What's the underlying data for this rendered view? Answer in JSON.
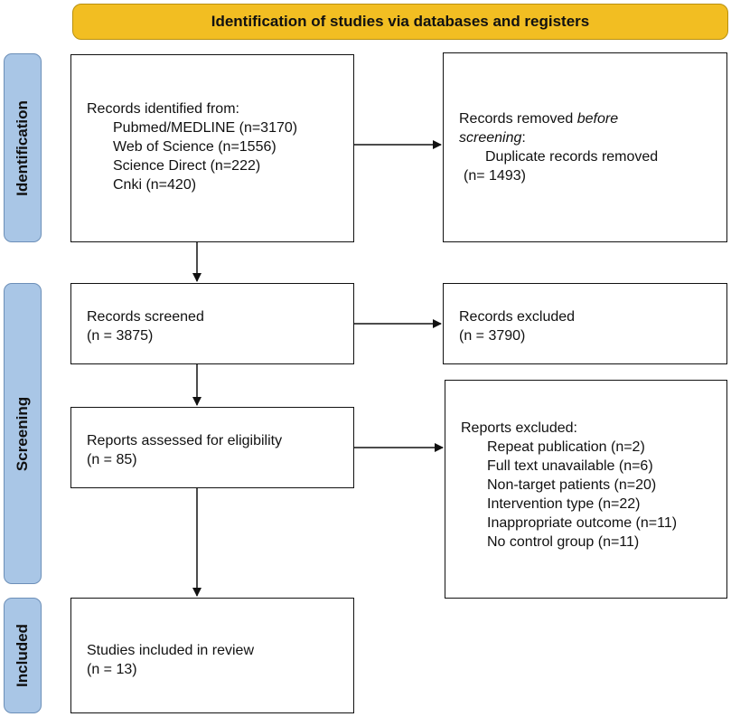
{
  "header": {
    "title": "Identification of studies via databases and registers"
  },
  "phases": {
    "identification": "Identification",
    "screening": "Screening",
    "included": "Included"
  },
  "identified": {
    "heading": "Records identified from:",
    "sources": [
      "Pubmed/MEDLINE (n=3170)",
      "Web of Science (n=1556)",
      "Science Direct (n=222)",
      "Cnki (n=420)"
    ]
  },
  "removed": {
    "heading_prefix": "Records removed ",
    "heading_italic": "before",
    "heading_line2_italic": "screening",
    "heading_line2_suffix": ":",
    "detail": "Duplicate records removed",
    "count": "(n= 1493)"
  },
  "screened": {
    "heading": "Records screened",
    "count": "(n = 3875)"
  },
  "excluded": {
    "heading": "Records excluded",
    "count": "(n = 3790)"
  },
  "assessed": {
    "heading": "Reports assessed for eligibility",
    "count": "(n = 85)"
  },
  "reports_excluded": {
    "heading": "Reports excluded:",
    "reasons": [
      "Repeat publication (n=2)",
      "Full text unavailable (n=6)",
      "Non-target patients (n=20)",
      "Intervention type (n=22)",
      "Inappropriate outcome (n=11)",
      "No control group (n=11)"
    ]
  },
  "included": {
    "heading": "Studies included in review",
    "count": "(n = 13)"
  },
  "colors": {
    "header_fill": "#F2BE22",
    "phase_fill": "#A9C6E6",
    "box_border": "#111111"
  }
}
